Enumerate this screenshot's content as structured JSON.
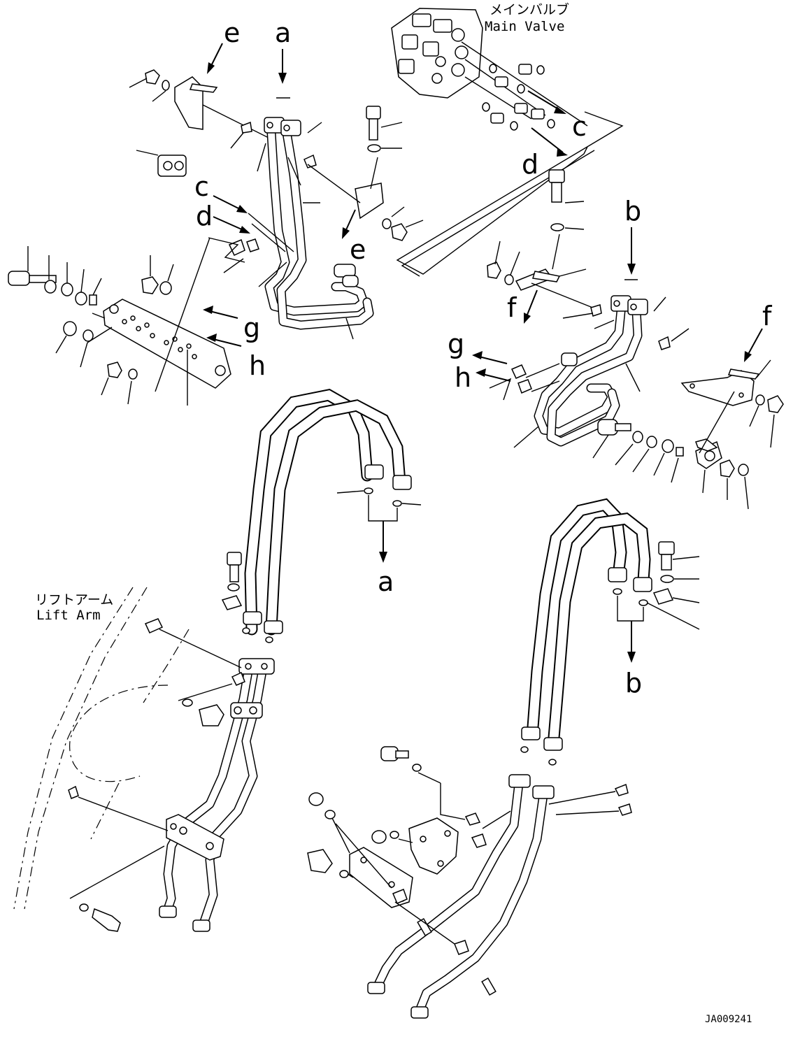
{
  "labels": {
    "main_valve_jp": "メインバルブ",
    "main_valve_en": "Main Valve",
    "lift_arm_jp": "リフトアーム",
    "lift_arm_en": "Lift Arm",
    "drawing_code": "JA009241",
    "ref_a": "a",
    "ref_b": "b",
    "ref_c": "c",
    "ref_d": "d",
    "ref_e": "e",
    "ref_f": "f",
    "ref_g": "g",
    "ref_h": "h"
  }
}
